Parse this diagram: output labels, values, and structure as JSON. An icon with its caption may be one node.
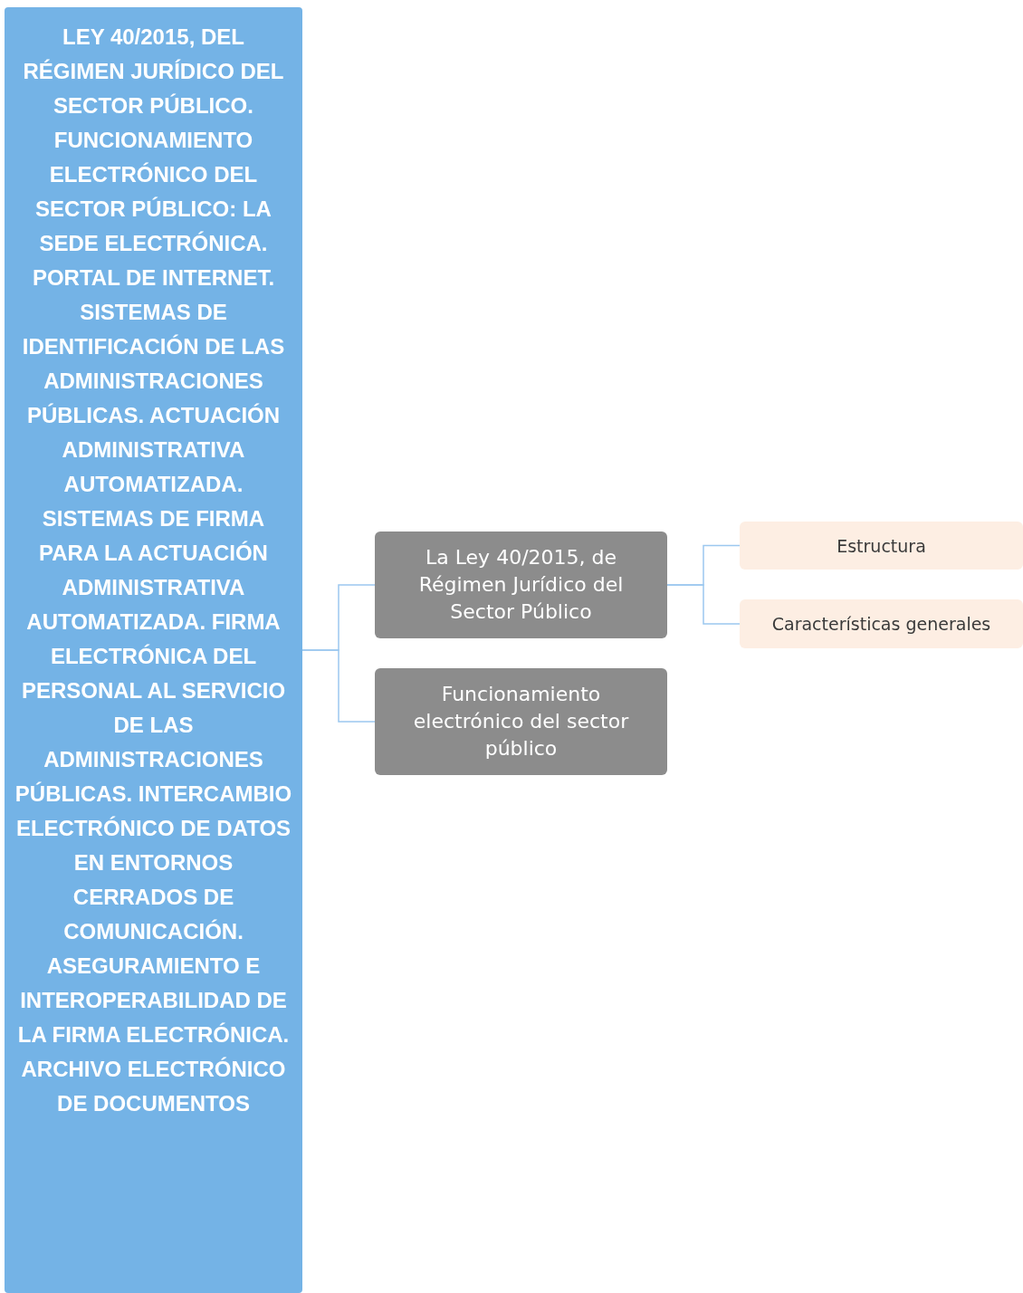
{
  "diagram": {
    "nodes": [
      {
        "text": [
          "LEY 40/2015, DEL RÉGIMEN JURÍDICO DEL SECTOR PÚBLICO. FUNCIONAMIENTO ELECTRÓNICO DEL SECTOR PÚBLICO: LA SEDE ELECTRÓNICA. PORTAL DE INTERNET. SISTEMAS DE IDENTIFICACIÓN DE LAS ADMINISTRACIONES PÚBLICAS. ACTUACIÓN ADMINISTRATIVA AUTOMATIZADA. SISTEMAS DE FIRMA PARA LA ACTUACIÓN ADMINISTRATIVA AUTOMATIZADA. FIRMA ELECTRÓNICA DEL PERSONAL AL SERVICIO DE LAS ADMINISTRACIONES PÚBLICAS. INTERCAMBIO ELECTRÓNICO DE DATOS EN ENTORNOS CERRADOS DE COMUNICACIÓN. ASEGURAMIENTO E INTEROPERABILIDAD DE LA FIRMA ELECTRÓNICA. ARCHIVO ELECTRÓNICO DE DOCUMENTOS"
        ]
      },
      {
        "text": [
          "La Ley 40/2015, de Régimen Jurídico del Sector Público"
        ]
      },
      {
        "text": [
          "Funcionamiento electrónico del sector público"
        ]
      },
      {
        "text": [
          "Estructura"
        ]
      },
      {
        "text": [
          "Características generales"
        ]
      }
    ],
    "edges": [
      {
        "from": 0,
        "to": 1,
        "arrow": "none"
      },
      {
        "from": 0,
        "to": 2,
        "arrow": "none"
      },
      {
        "from": 1,
        "to": 3,
        "arrow": "none"
      },
      {
        "from": 1,
        "to": 4,
        "arrow": "none"
      }
    ]
  }
}
